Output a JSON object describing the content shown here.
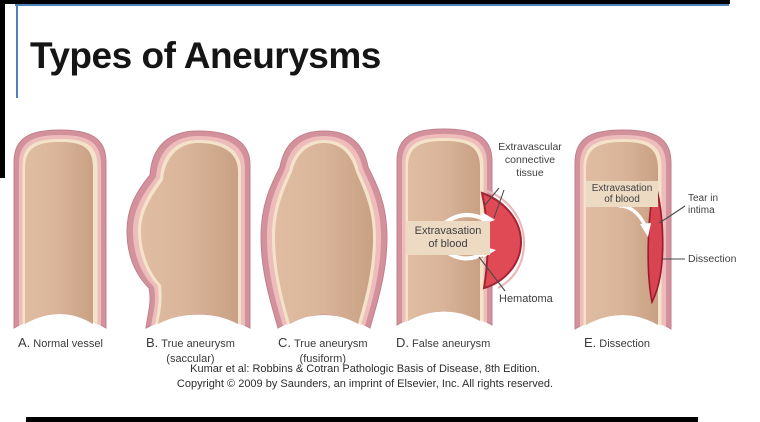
{
  "slide": {
    "title": "Types of Aneurysms"
  },
  "figure": {
    "captions": [
      {
        "letter": "A.",
        "label": "Normal vessel",
        "sublabel": ""
      },
      {
        "letter": "B.",
        "label": "True aneurysm",
        "sublabel": "(saccular)"
      },
      {
        "letter": "C.",
        "label": "True aneurysm",
        "sublabel": "(fusiform)"
      },
      {
        "letter": "D.",
        "label": "False aneurysm",
        "sublabel": ""
      },
      {
        "letter": "E.",
        "label": "Dissection",
        "sublabel": ""
      }
    ],
    "annotations": {
      "extravascular_connective_tissue": "Extravascular connective tissue",
      "extravasation_line1": "Extravasation",
      "extravasation_line2": "of blood",
      "hematoma": "Hematoma",
      "tear_in_intima": "Tear in intima",
      "dissection": "Dissection"
    },
    "citation": {
      "line1": "Kumar et al: Robbins & Cotran Pathologic Basis of Disease, 8th Edition.",
      "line2": "Copyright © 2009 by Saunders, an imprint of Elsevier, Inc. All rights reserved."
    }
  },
  "colors": {
    "accent_blue": "#4f81bd",
    "frame_black": "#000000",
    "wall_outer": "#d2919b",
    "wall_media": "#edbcbb",
    "wall_intima": "#f3e3c9",
    "lumen_tan": "#d9b499",
    "blood_red": "#e04a55",
    "blood_dark_edge": "#a22335",
    "label_box_tan": "#eddac3",
    "annotation_text": "#3f3f3f"
  }
}
